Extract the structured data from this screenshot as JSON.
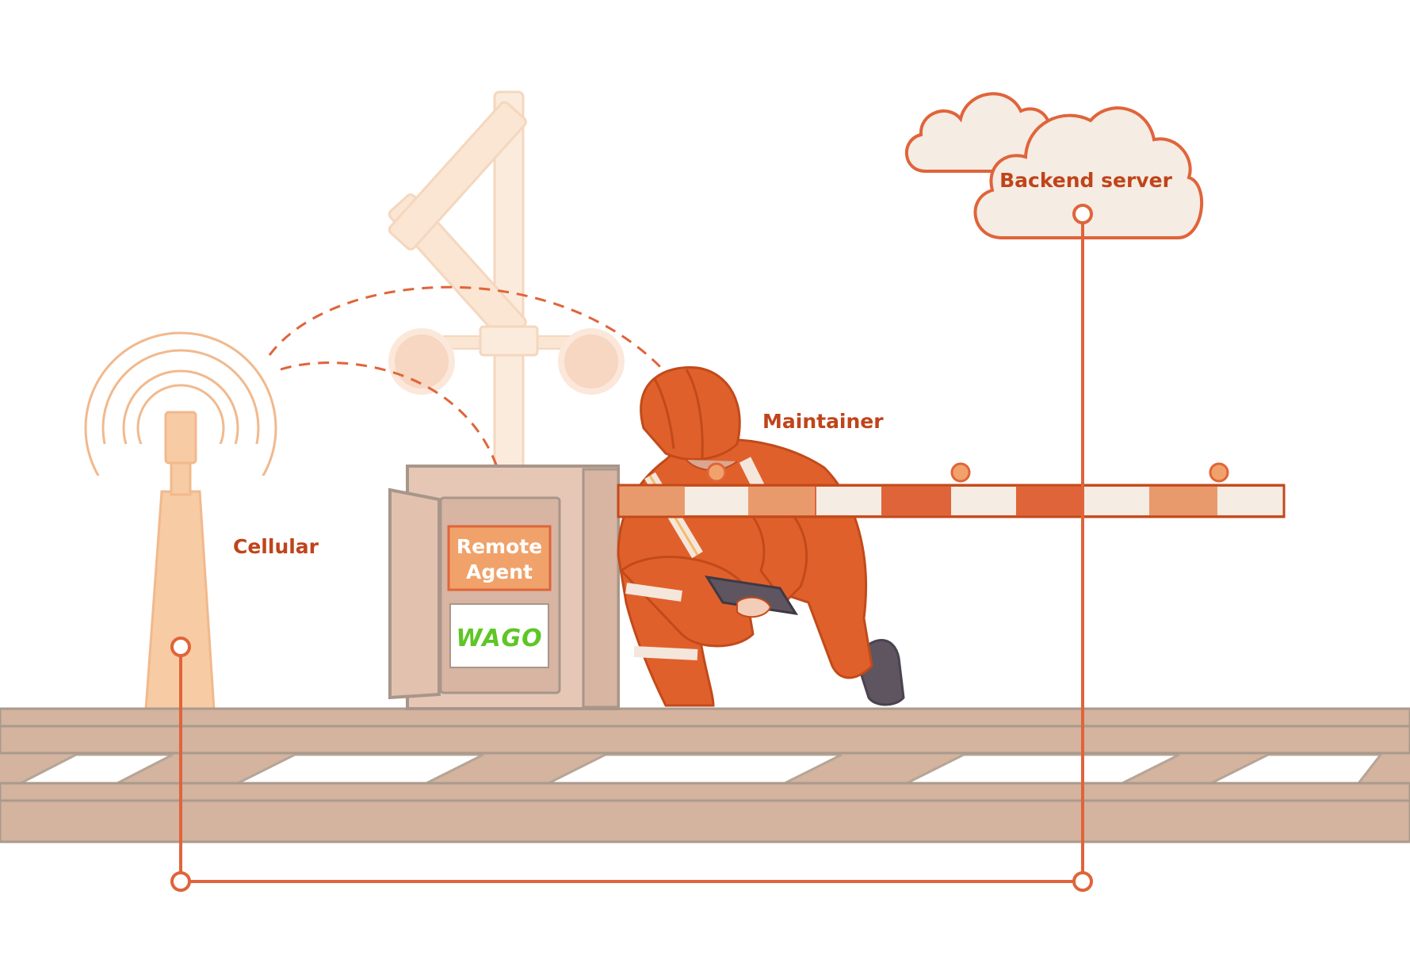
{
  "labels": {
    "cellular": "Cellular",
    "maintainer": "Maintainer",
    "backend_server": "Backend server",
    "remote_agent_line1": "Remote",
    "remote_agent_line2": "Agent",
    "wago_logo": "WAGO"
  },
  "colors": {
    "accent": "#e0643a",
    "label_text": "#c0441a",
    "track": "#d4b39f",
    "track_outline": "#aa9a8c",
    "cabinet": "#e6c7b6",
    "tower": "#f7cba3",
    "cloud_fill": "#f5ece4",
    "crossing_sign": "#fbe3cf",
    "wago_green": "#5ec625"
  },
  "icons": [
    "cell-tower-icon",
    "railway-crossing-sign-icon",
    "cloud-icon",
    "barrier-gate-icon",
    "tablet-icon",
    "hard-hat-icon"
  ]
}
